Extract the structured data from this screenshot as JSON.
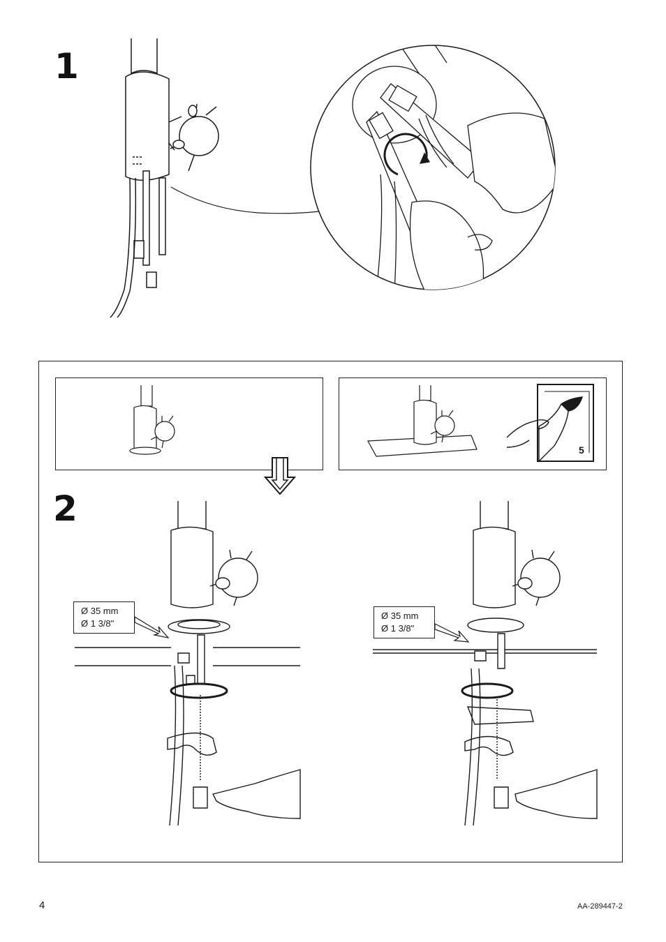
{
  "steps": {
    "step1": "1",
    "step2": "2"
  },
  "page_ref": "5",
  "dimensions": [
    {
      "metric": "Ø 35 mm",
      "imperial": "Ø 1 3/8\""
    },
    {
      "metric": "Ø 35 mm",
      "imperial": "Ø 1 3/8\""
    }
  ],
  "footer": {
    "page_number": "4",
    "document_code": "AA-289447-2"
  }
}
